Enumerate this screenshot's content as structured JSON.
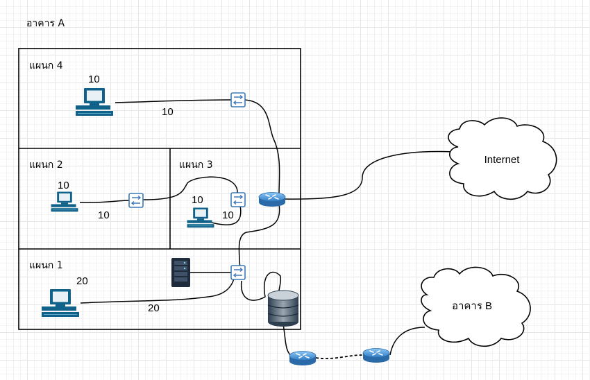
{
  "building_a": "อาคาร A",
  "departments": {
    "d4": "แผนก 4",
    "d2": "แผนก 2",
    "d3": "แผนก 3",
    "d1": "แผนก 1"
  },
  "counts": {
    "pc4_top": "10",
    "link4": "10",
    "pc2_top": "10",
    "link2": "10",
    "pc3_top": "10",
    "link3": "10",
    "pc1_top": "20",
    "link1": "20"
  },
  "clouds": {
    "internet": "Internet",
    "building_b": "อาคาร B"
  },
  "icons": {
    "pc": "desktop-computer-icon",
    "switch": "network-switch-icon",
    "router": "router-icon",
    "server": "server-rack-icon",
    "storage": "database-storage-icon",
    "cloud": "cloud-icon"
  },
  "colors": {
    "pc": "#10628a",
    "router": "#4d9de0",
    "switch": "#3b79b8",
    "server": "#1d2b3a"
  }
}
